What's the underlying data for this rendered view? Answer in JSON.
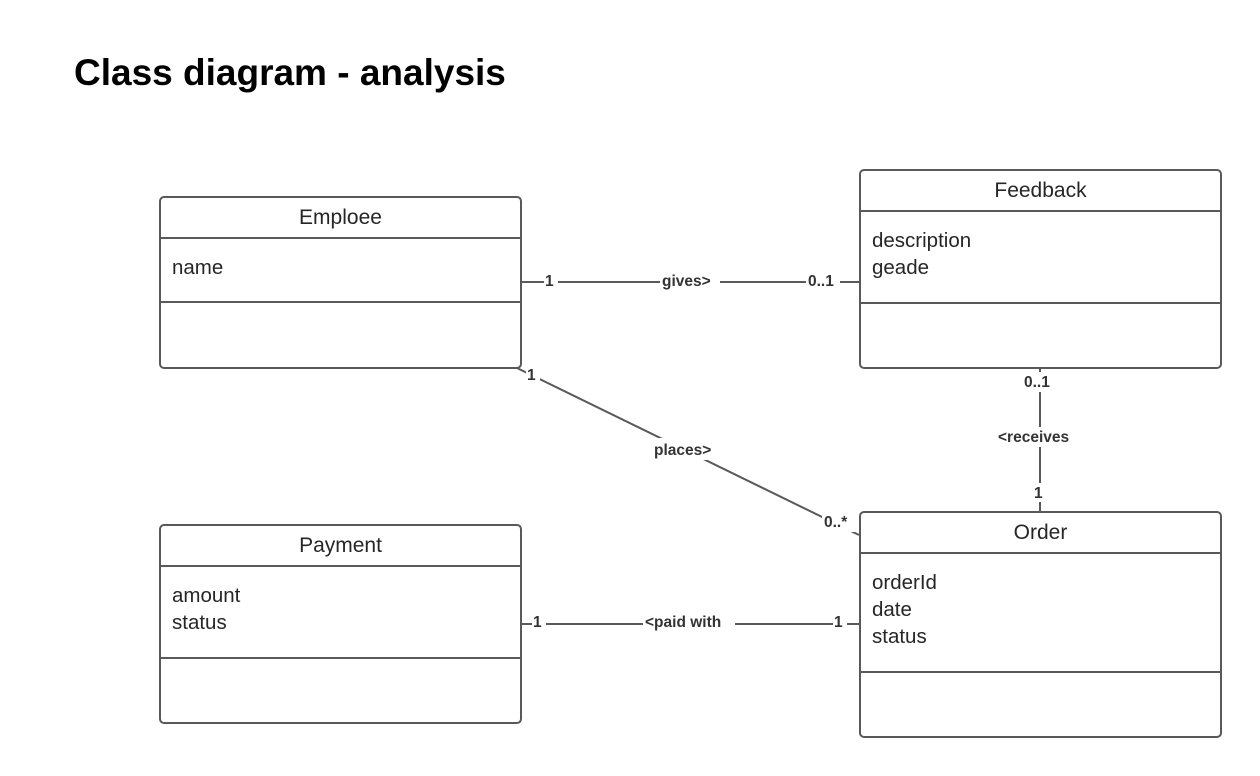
{
  "title": "Class diagram - analysis",
  "classes": [
    {
      "id": "employee",
      "name": "Emploee",
      "attributes": [
        "name"
      ]
    },
    {
      "id": "feedback",
      "name": "Feedback",
      "attributes": [
        "description",
        "geade"
      ]
    },
    {
      "id": "payment",
      "name": "Payment",
      "attributes": [
        "amount",
        "status"
      ]
    },
    {
      "id": "order",
      "name": "Order",
      "attributes": [
        "orderId",
        "date",
        "status"
      ]
    }
  ],
  "associations": [
    {
      "from": "employee",
      "to": "feedback",
      "label": "gives>",
      "from_multiplicity": "1",
      "to_multiplicity": "0..1"
    },
    {
      "from": "employee",
      "to": "order",
      "label": "places>",
      "from_multiplicity": "1",
      "to_multiplicity": "0..*"
    },
    {
      "from": "feedback",
      "to": "order",
      "label": "<receives",
      "from_multiplicity": "0..1",
      "to_multiplicity": "1"
    },
    {
      "from": "payment",
      "to": "order",
      "label": "<paid with",
      "from_multiplicity": "1",
      "to_multiplicity": "1"
    }
  ]
}
